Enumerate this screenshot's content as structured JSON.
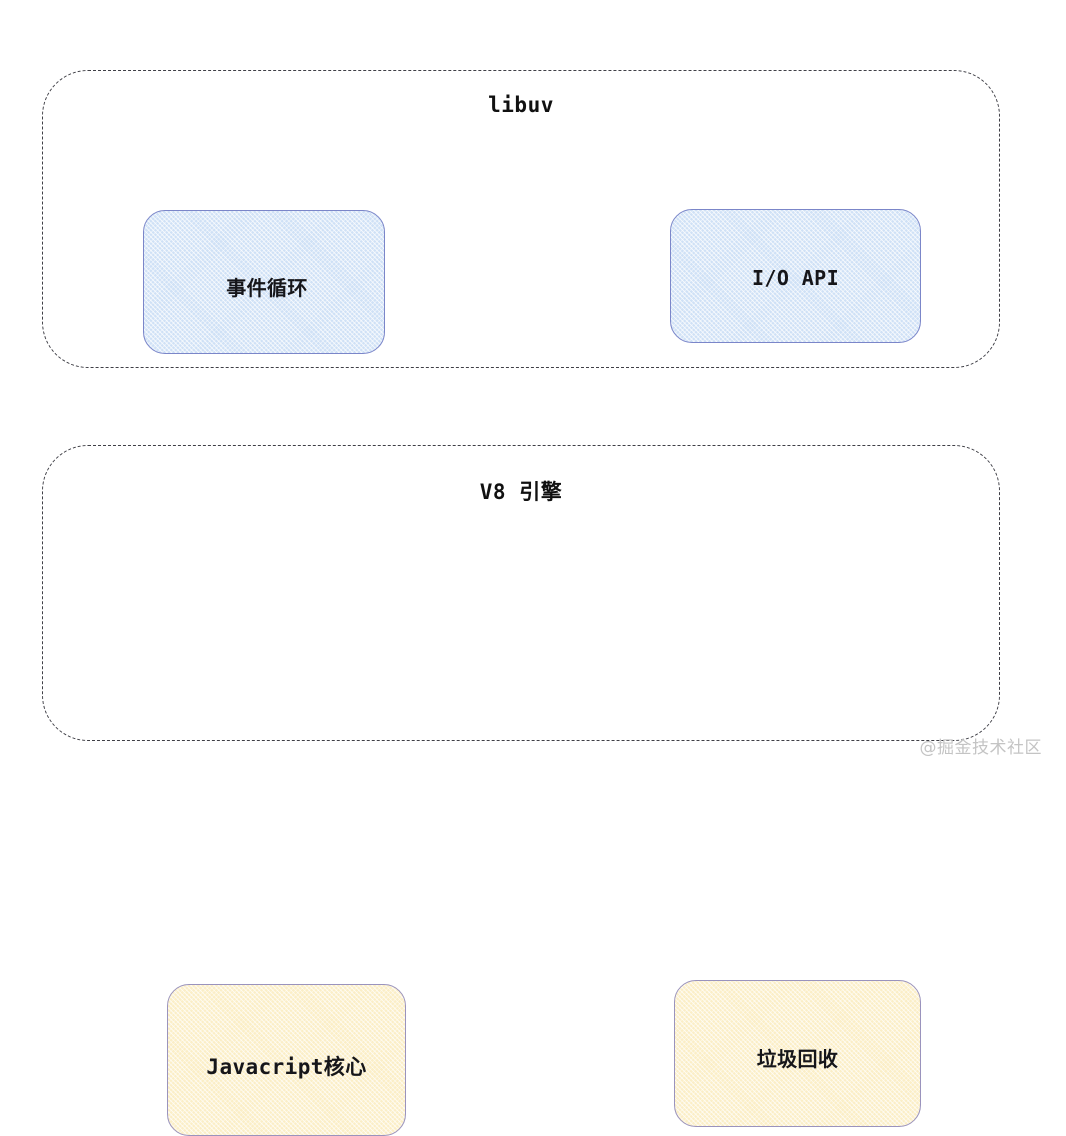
{
  "diagram": {
    "background_color": "#ffffff",
    "groups": [
      {
        "id": "libuv",
        "title": "libuv",
        "border_style": "dashed",
        "border_color": "#3f3f46",
        "nodes": [
          {
            "id": "event-loop",
            "label": "事件循环",
            "fill_color": "#cfe1f6",
            "border_color": "#7b86c9",
            "pattern": "diagonal-hatch"
          },
          {
            "id": "io-api",
            "label": "I/O API",
            "fill_color": "#cfe1f6",
            "border_color": "#7b86c9",
            "pattern": "diagonal-hatch"
          }
        ]
      },
      {
        "id": "v8",
        "title": "V8 引擎",
        "border_style": "dashed",
        "border_color": "#3f3f46",
        "nodes": [
          {
            "id": "js-core",
            "label": "Javacript核心",
            "fill_color": "#fbeec6",
            "border_color": "#9a93bd",
            "pattern": "diagonal-hatch"
          },
          {
            "id": "gc",
            "label": "垃圾回收",
            "fill_color": "#fbeec6",
            "border_color": "#9a93bd",
            "pattern": "diagonal-hatch"
          }
        ]
      }
    ],
    "watermark": "@掘金技术社区"
  }
}
